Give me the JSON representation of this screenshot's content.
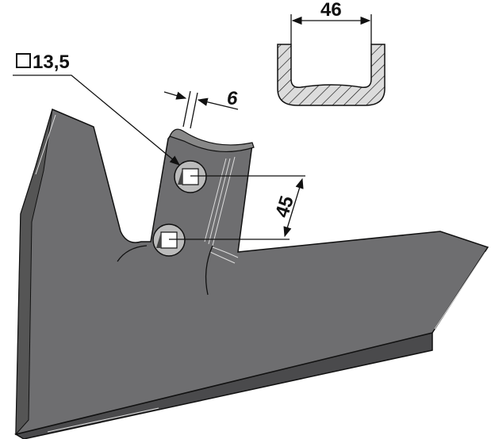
{
  "drawing": {
    "square_hole_label": "13,5",
    "thickness_label": "6",
    "hole_spacing_label": "45",
    "profile_width_label": "46"
  },
  "colors": {
    "blade": "#6e6e70",
    "blade_dark": "#4a4a4c",
    "line": "#111111",
    "hatch_fill": "#d9d9d9"
  }
}
